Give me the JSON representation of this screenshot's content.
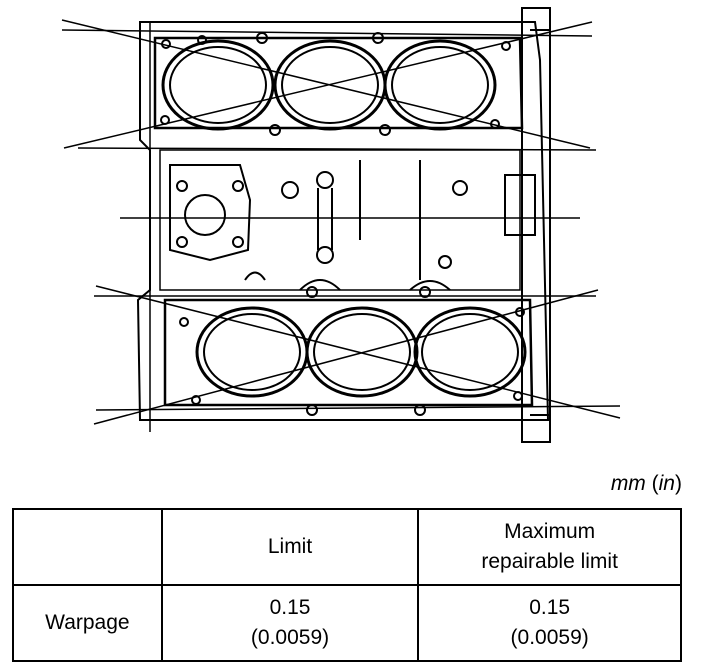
{
  "unit": {
    "primary": "mm",
    "secondary": "in"
  },
  "table": {
    "headers": [
      "",
      "Limit",
      "Maximum",
      "repairable limit"
    ],
    "row": {
      "label": "Warpage",
      "limit": "0.15",
      "limit_in": "(0.0059)",
      "max_limit": "0.15",
      "max_limit_in": "(0.0059)"
    }
  }
}
